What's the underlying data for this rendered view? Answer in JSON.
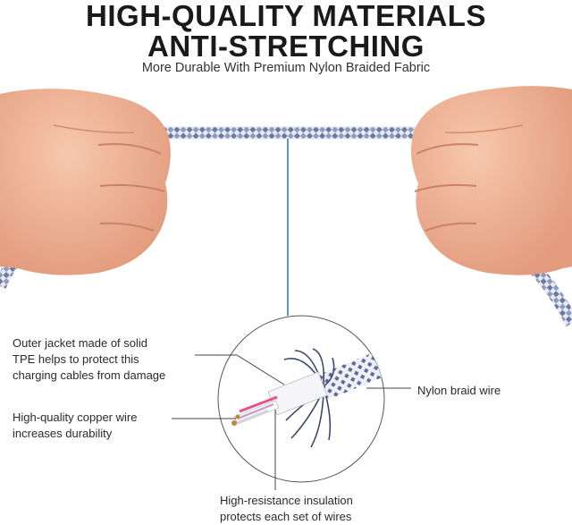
{
  "header": {
    "title_line1": "HIGH-QUALITY MATERIALS",
    "title_line2": "ANTI-STRETCHING",
    "subtitle": "More Durable With Premium Nylon Braided Fabric"
  },
  "callouts": {
    "outer_jacket": "Outer jacket made of solid\nTPE helps to protect this\ncharging cables from damage",
    "copper_wire": "High-quality copper wire\nincreases durability",
    "nylon_braid": "Nylon braid wire",
    "insulation": "High-resistance insulation\nprotects each set of wires"
  },
  "colors": {
    "skin": "#f2b79a",
    "skin_shadow": "#d98f72",
    "cable_light": "#e4e8f2",
    "cable_dark": "#5a6a96",
    "pointer_line": "#1c7ea8",
    "leader_line": "#444444"
  }
}
